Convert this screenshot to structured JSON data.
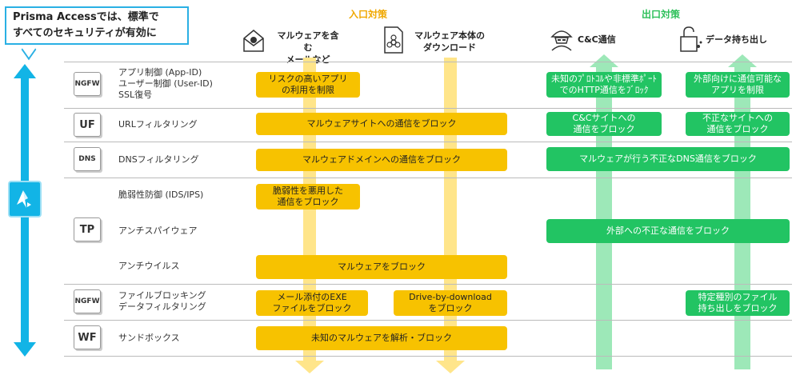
{
  "callout": {
    "line1": "Prisma Accessでは、標準で",
    "line2": "すべてのセキュリティが有効に"
  },
  "headers": {
    "inbound": "入口対策",
    "outbound": "出口対策"
  },
  "threats": {
    "mail": [
      "マルウェアを含む",
      "メールなど"
    ],
    "download": [
      "マルウェア本体の",
      "ダウンロード"
    ],
    "cnc": "C&C通信",
    "exfil": "データ持ち出し"
  },
  "rows": [
    {
      "icon": "NGFW",
      "feature": [
        "アプリ制御 (App-ID)",
        "ユーザー制御 (User-ID)",
        "SSL復号"
      ]
    },
    {
      "icon": "UF",
      "feature": [
        "URLフィルタリング"
      ]
    },
    {
      "icon": "DNS",
      "feature": [
        "DNSフィルタリング"
      ]
    },
    {
      "icon": "TP",
      "feature": [
        "脆弱性防御 (IDS/IPS)",
        "アンチスパイウェア",
        "アンチウイルス"
      ]
    },
    {
      "icon": "NGFW",
      "feature": [
        "ファイルブロッキング",
        "データフィルタリング"
      ]
    },
    {
      "icon": "WF",
      "feature": [
        "サンドボックス"
      ]
    }
  ],
  "pills": {
    "app_in": [
      "リスクの高いアプリ",
      "の利用を制限"
    ],
    "app_cnc": [
      "未知のﾌﾟﾛﾄｺﾙや非標準ﾎﾟｰﾄ",
      "でのHTTP通信をﾌﾞﾛｯｸ"
    ],
    "app_exfil": [
      "外部向けに通信可能な",
      "アプリを制限"
    ],
    "url_in": "マルウェアサイトへの通信をブロック",
    "url_cnc": [
      "C&Cサイトへの",
      "通信をブロック"
    ],
    "url_exfil": [
      "不正なサイトへの",
      "通信をブロック"
    ],
    "dns_in": "マルウェアドメインへの通信をブロック",
    "dns_out": "マルウェアが行う不正なDNS通信をブロック",
    "vuln_in": [
      "脆弱性を悪用した",
      "通信をブロック"
    ],
    "spy_out": "外部への不正な通信をブロック",
    "av_in": "マルウェアをブロック",
    "fb_mail": [
      "メール添付のEXE",
      "ファイルをブロック"
    ],
    "fb_dl": [
      "Drive-by-download",
      "をブロック"
    ],
    "fb_exfil": [
      "特定種別のファイル",
      "持ち出しをブロック"
    ],
    "wf_in": "未知のマルウェアを解析・ブロック"
  },
  "colors": {
    "blue": "#12b4e6",
    "yellow": "#f7c200",
    "green": "#22c463"
  },
  "icons": [
    "prisma-access-icon",
    "mail-threat-icon",
    "biohazard-icon",
    "hacker-icon",
    "unlock-icon"
  ]
}
